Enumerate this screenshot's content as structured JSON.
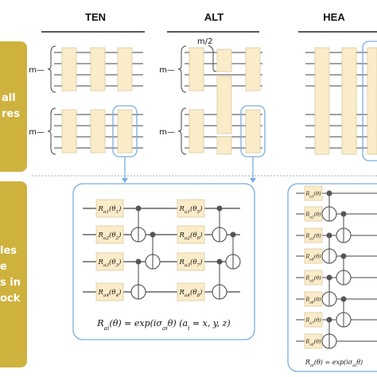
{
  "headers": {
    "ten": "TEN",
    "alt": "ALT",
    "hea": "HEA"
  },
  "side_labels": {
    "top": [
      "all",
      "res"
    ],
    "bottom": [
      "les",
      "e",
      "s in",
      "ock"
    ]
  },
  "labels": {
    "m": "m",
    "m_half": "m/2"
  },
  "gates": {
    "ten": [
      "R_{a_1}(θ_1)",
      "R_{a_2}(θ_2)",
      "R_{a_3}(θ_3)",
      "R_{a_4}(θ_4)"
    ],
    "alt": [
      "R_{a_1}(θ_5)",
      "R_{a_2}(θ_6)",
      "R_{a_3}(θ_7)",
      "R_{a_4}(θ_8)"
    ],
    "hea": [
      "R_{a_1}(θ)",
      "R_{a_2}(θ)",
      "R_{a_3}(θ)",
      "R_{a_4}(θ)",
      "R_{a_5}(θ)",
      "R_{a_6}(θ)",
      "R_{a_7}(θ)",
      "R_{a_8}(θ)"
    ]
  },
  "formula": {
    "ten_alt": "R_{a_i}(θ) = exp(iσ_{a_i}θ)     (a_i = x, y, z)",
    "hea": "R_{a_i}(θ) = exp(iσ_{a_i}θ)"
  },
  "colors": {
    "gold": "#cfb23e",
    "block_fill": "#faecc8",
    "block_stroke": "#d9c9a3",
    "highlight": "#7aaedf",
    "wire": "#444444",
    "divider": "#9aaebf"
  }
}
